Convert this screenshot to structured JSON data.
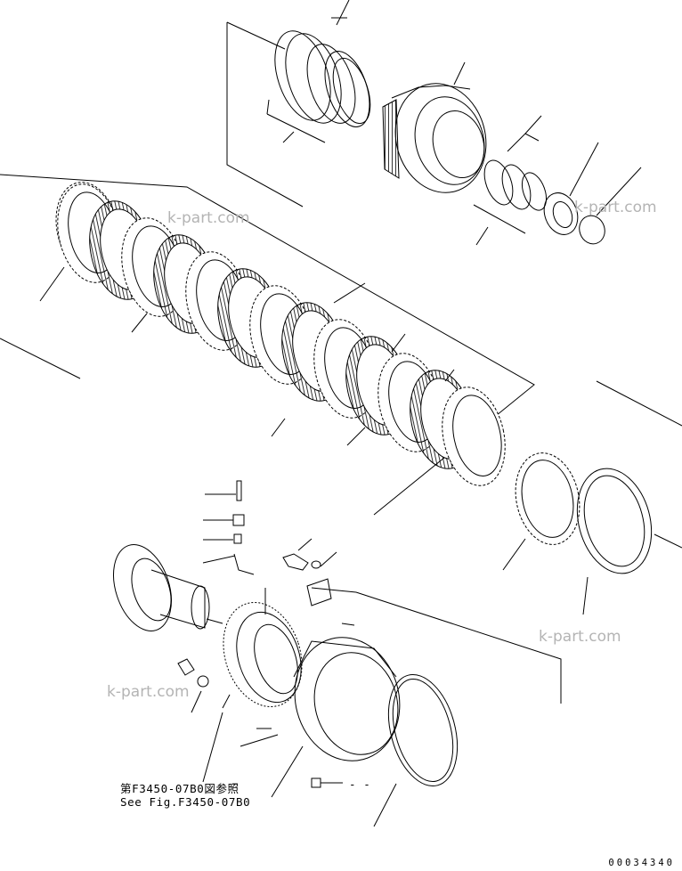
{
  "reference": {
    "japanese": "第F3450-07B0図参照",
    "english": "See Fig.F3450-07B0"
  },
  "watermark": "k-part.com",
  "doc_number": "00034340",
  "dash_label": "- -"
}
